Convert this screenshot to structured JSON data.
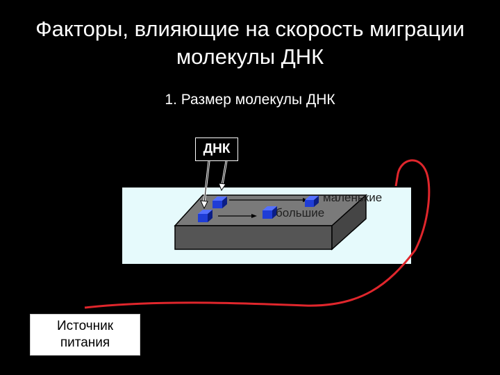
{
  "slide": {
    "title_line1": "Факторы, влияющие на скорость миграции",
    "title_line2": "молекулы ДНК",
    "subtitle": "1. Размер молекулы ДНК"
  },
  "diagram": {
    "dna_label": "ДНК",
    "small_fragments_label": "маленькие",
    "large_fragments_label": "большие",
    "power_supply_line1": "Источник",
    "power_supply_line2": "питания"
  },
  "colors": {
    "background": "#000000",
    "buffer": "#e6fafc",
    "gel_top": "#7a7a7a",
    "gel_front": "#555555",
    "gel_side": "#454545",
    "dna_band": "#1f3dd6",
    "wire": "#e0262c"
  }
}
